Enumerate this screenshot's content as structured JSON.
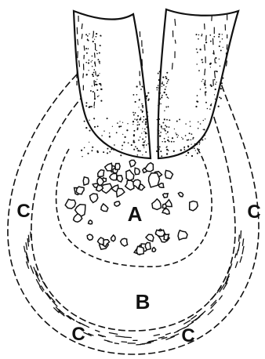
{
  "figure": {
    "labels": {
      "a": "A",
      "b": "B",
      "c": "C"
    },
    "colors": {
      "ink": "#111111",
      "paper": "#ffffff"
    }
  }
}
